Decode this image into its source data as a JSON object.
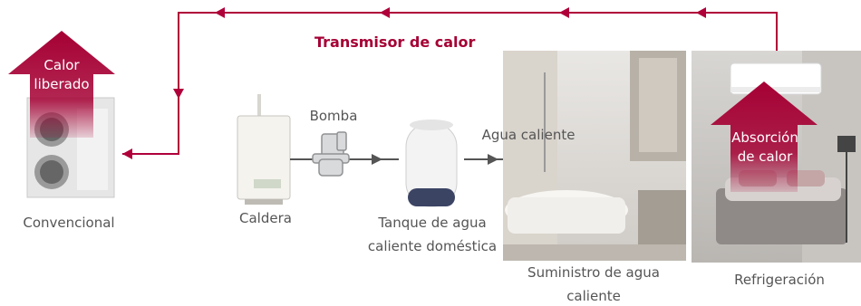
{
  "diagram": {
    "title": "Transmisor de calor",
    "labels": {
      "conventional": "Convencional",
      "boiler": "Caldera",
      "pump": "Bomba",
      "tank_line1": "Tanque de agua",
      "tank_line2": "caliente doméstica",
      "hot_water": "Agua caliente",
      "supply_line1": "Suministro de agua",
      "supply_line2": "caliente",
      "cooling": "Refrigeración"
    },
    "arrows": {
      "released_line1": "Calor",
      "released_line2": "liberado",
      "absorption_line1": "Absorción",
      "absorption_line2": "de calor"
    },
    "colors": {
      "accent": "#a50034",
      "line": "#b0003a",
      "pipe": "#555555",
      "text": "#555555"
    },
    "icons": [
      "outdoor-unit-icon",
      "boiler-icon",
      "pump-icon",
      "tank-icon",
      "bathroom-image",
      "bedroom-image",
      "indoor-ac-icon"
    ]
  }
}
